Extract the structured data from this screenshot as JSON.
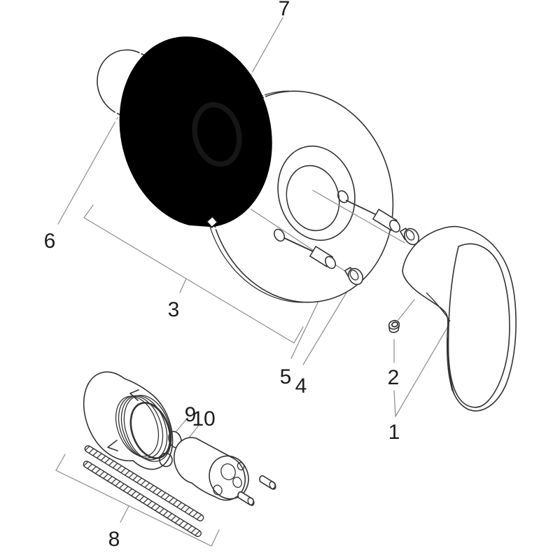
{
  "page": {
    "background_color": "#ffffff"
  },
  "diagram": {
    "type": "exploded-parts-diagram",
    "colors": {
      "outline": "#333333",
      "leader": "#8f8f8f",
      "heavy": "#161616",
      "label": "#1c1c1c"
    },
    "labels": {
      "l1": {
        "text": "1"
      },
      "l2": {
        "text": "2"
      },
      "l3": {
        "text": "3"
      },
      "l4": {
        "text": "4"
      },
      "l5": {
        "text": "5"
      },
      "l6": {
        "text": "6"
      },
      "l7": {
        "text": "7"
      },
      "l8": {
        "text": "8"
      },
      "l9": {
        "text": "9"
      },
      "l10": {
        "text": "10"
      }
    }
  }
}
